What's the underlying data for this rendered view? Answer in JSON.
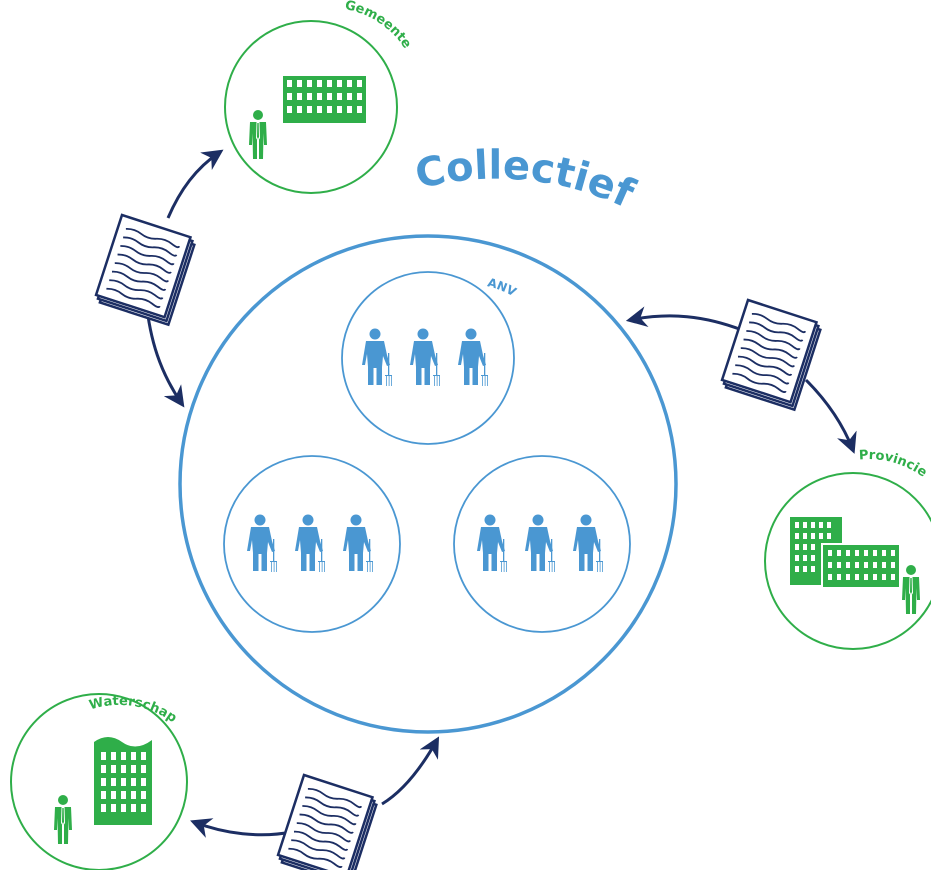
{
  "diagram": {
    "main_label": "Collectief",
    "groups": [
      {
        "label": "ANV",
        "farmers": 3
      },
      {
        "label": "",
        "farmers": 3
      },
      {
        "label": "",
        "farmers": 3
      }
    ],
    "stakeholders": {
      "gemeente": {
        "label": "Gemeente"
      },
      "provincie": {
        "label": "Provincie"
      },
      "waterschap": {
        "label": "Waterschap"
      }
    },
    "documents": {
      "count": 3
    },
    "colors": {
      "blue": "#4a97d2",
      "green": "#2fae49",
      "navy": "#1c2e63",
      "white": "#ffffff"
    }
  }
}
